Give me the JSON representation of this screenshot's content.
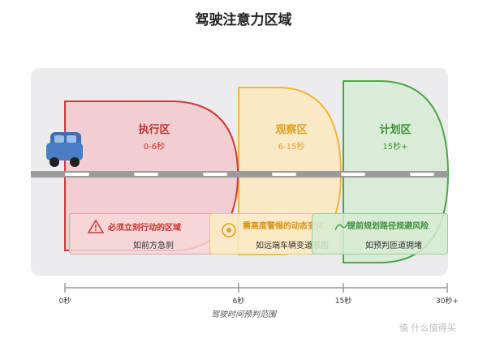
{
  "title": "驾驶注意力区域",
  "zones": [
    {
      "name": "执行区",
      "range": "0-6秒",
      "color": "#cc3b3b",
      "fill": "#f3c7c9",
      "card_title": "必须立刻行动的区域",
      "card_desc": "如前方急刹",
      "card_icon": "warning-icon"
    },
    {
      "name": "观察区",
      "range": "6-15秒",
      "color": "#f0b63a",
      "fill": "#fbe9bd",
      "card_title": "需高度警惕的动态变化",
      "card_desc": "如远端车辆变道意图",
      "card_icon": "eye-target-icon"
    },
    {
      "name": "计划区",
      "range": "15秒+",
      "color": "#4ea64a",
      "fill": "#d6ecd2",
      "card_title": "提前规划路径规避风险",
      "card_desc": "如预判匝道拥堵",
      "card_icon": "route-icon"
    }
  ],
  "axis": {
    "ticks": [
      "0秒",
      "6秒",
      "15秒",
      "30秒+"
    ],
    "title": "驾驶时间预判范围"
  },
  "watermark": "值 什么值得买"
}
